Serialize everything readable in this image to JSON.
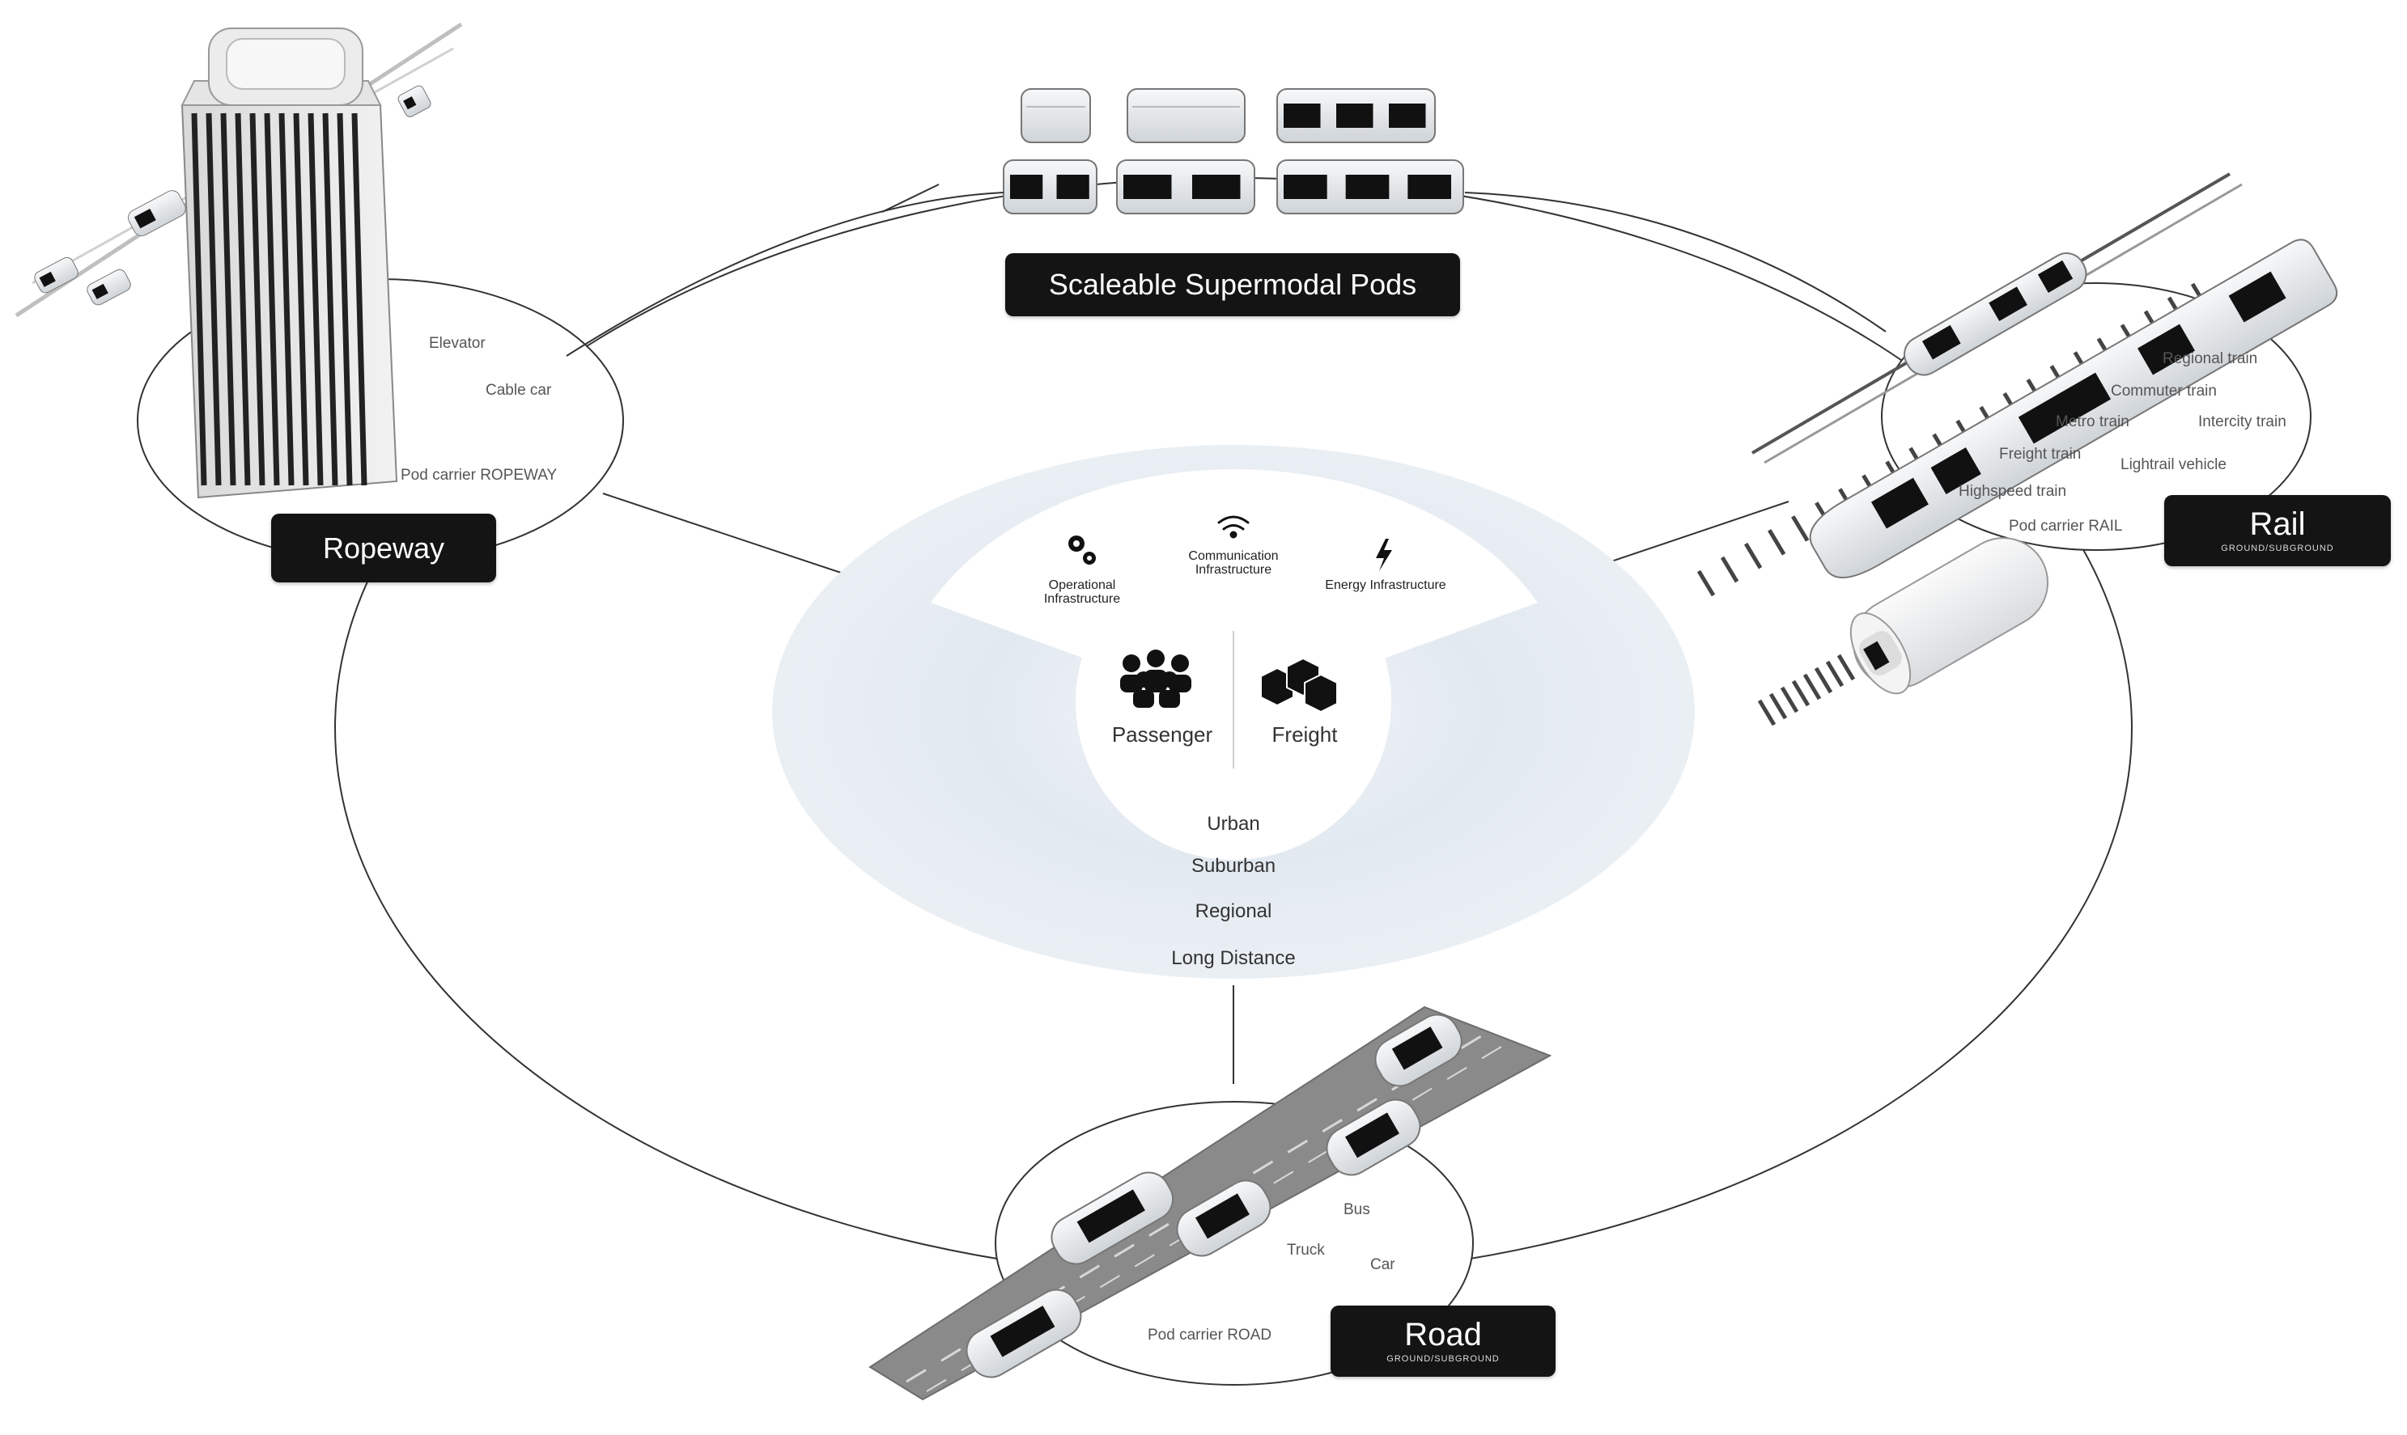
{
  "hub": {
    "title": "Scaleable Supermodal Pods",
    "segments": [
      "Passenger",
      "Freight"
    ],
    "infrastructure": [
      {
        "label": "Operational Infrastructure",
        "icon": "gears-icon"
      },
      {
        "label": "Communication Infrastructure",
        "icon": "wifi-icon"
      },
      {
        "label": "Energy Infrastructure",
        "icon": "lightning-icon"
      }
    ],
    "distances": [
      "Urban",
      "Suburban",
      "Regional",
      "Long Distance"
    ]
  },
  "modes": {
    "ropeway": {
      "label": "Ropeway",
      "items": [
        "Elevator",
        "Cable car",
        "Pod carrier ROPEWAY"
      ]
    },
    "rail": {
      "label": "Rail",
      "sublabel": "GROUND/SUBGROUND",
      "items": [
        "Regional train",
        "Commuter train",
        "Metro train",
        "Intercity train",
        "Freight train",
        "Lightrail vehicle",
        "Highspeed train",
        "Pod carrier RAIL"
      ]
    },
    "road": {
      "label": "Road",
      "sublabel": "GROUND/SUBGROUND",
      "items": [
        "Bus",
        "Truck",
        "Car",
        "Pod carrier ROAD"
      ]
    }
  },
  "colors": {
    "tag_bg": "#141414",
    "halo": "#e4ebf2",
    "pod_body": "#e9ecef",
    "pod_window": "#111111"
  }
}
